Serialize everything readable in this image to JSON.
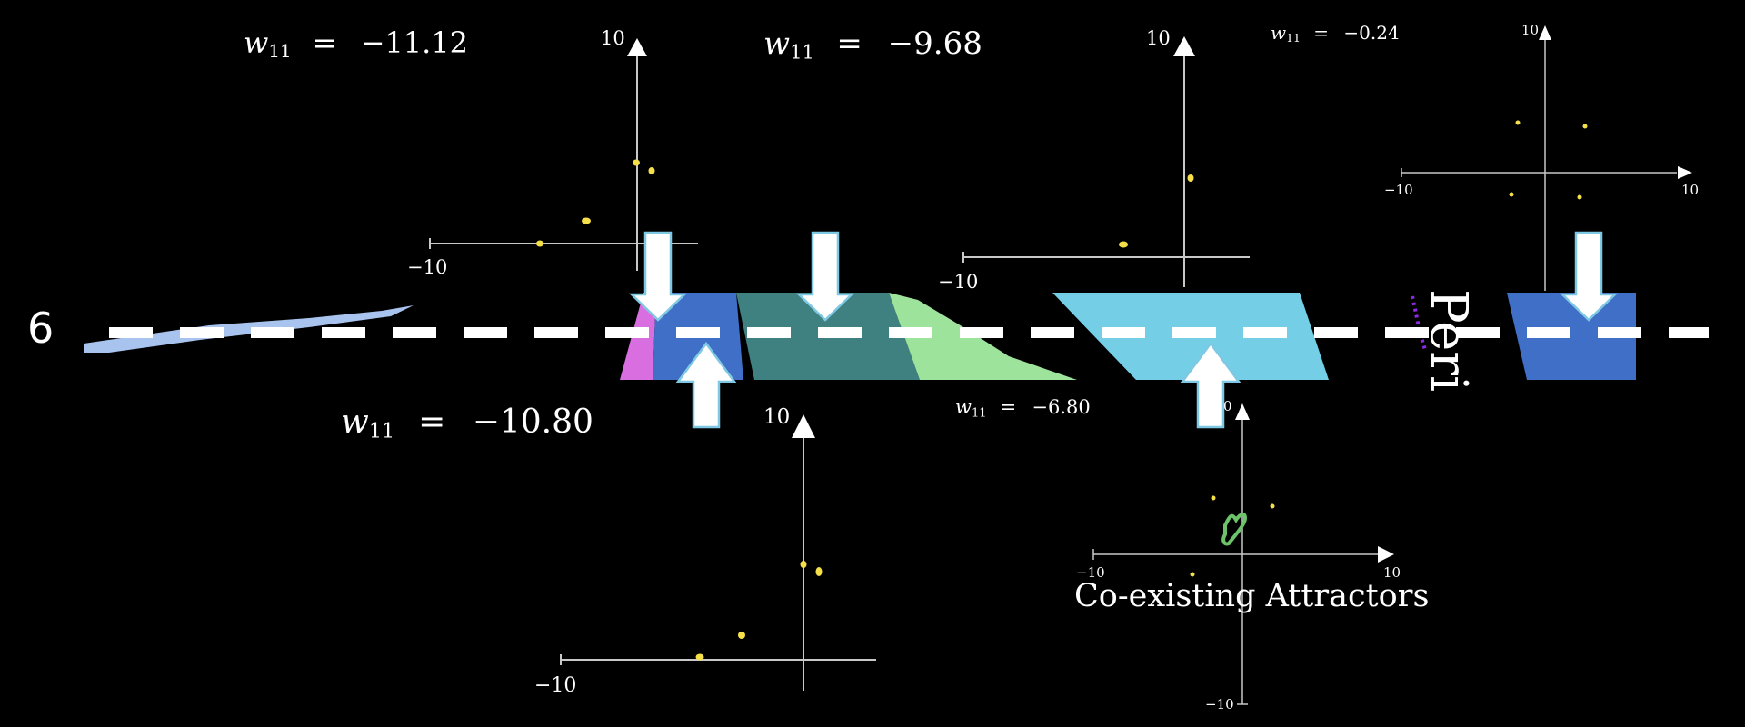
{
  "line_label": "6",
  "equations": [
    {
      "var": "w",
      "sub": "11",
      "eq": "=",
      "value": "−11.12"
    },
    {
      "var": "w",
      "sub": "11",
      "eq": "=",
      "value": "−9.68"
    },
    {
      "var": "w",
      "sub": "11",
      "eq": "=",
      "value": "−0.24"
    },
    {
      "var": "w",
      "sub": "11",
      "eq": "=",
      "value": "−10.80"
    },
    {
      "var": "w",
      "sub": "11",
      "eq": "=",
      "value": "−6.80"
    }
  ],
  "ticks": {
    "p1_top": "10",
    "p1_left": "−10",
    "p2_top": "10",
    "p2_left": "−10",
    "p3_top": "10",
    "p3_left": "−10",
    "p3_right": "10",
    "p4_top": "10",
    "p4_left": "−10",
    "p5_top": "0",
    "p5_left": "−10",
    "p5_right": "10",
    "p5_bottom": "−10"
  },
  "caption": "Co-existing Attractors",
  "partial_text": "Peri",
  "colors": {
    "background": "#000000",
    "axis": "#c8c8c8",
    "point": "#f5e04a",
    "orbit": "#6cc36a",
    "arrow_fill": "#ffffff",
    "arrow_stroke": "#7ec8e3",
    "band_blue": "#3f6fc6",
    "band_teal": "#3f8081",
    "band_green": "#9ee39b",
    "band_cyan": "#74cfe6",
    "band_magenta": "#d86ee0",
    "sliver": "#a8c4ee"
  },
  "icons": [
    "up-arrow-icon",
    "down-arrow-icon"
  ]
}
